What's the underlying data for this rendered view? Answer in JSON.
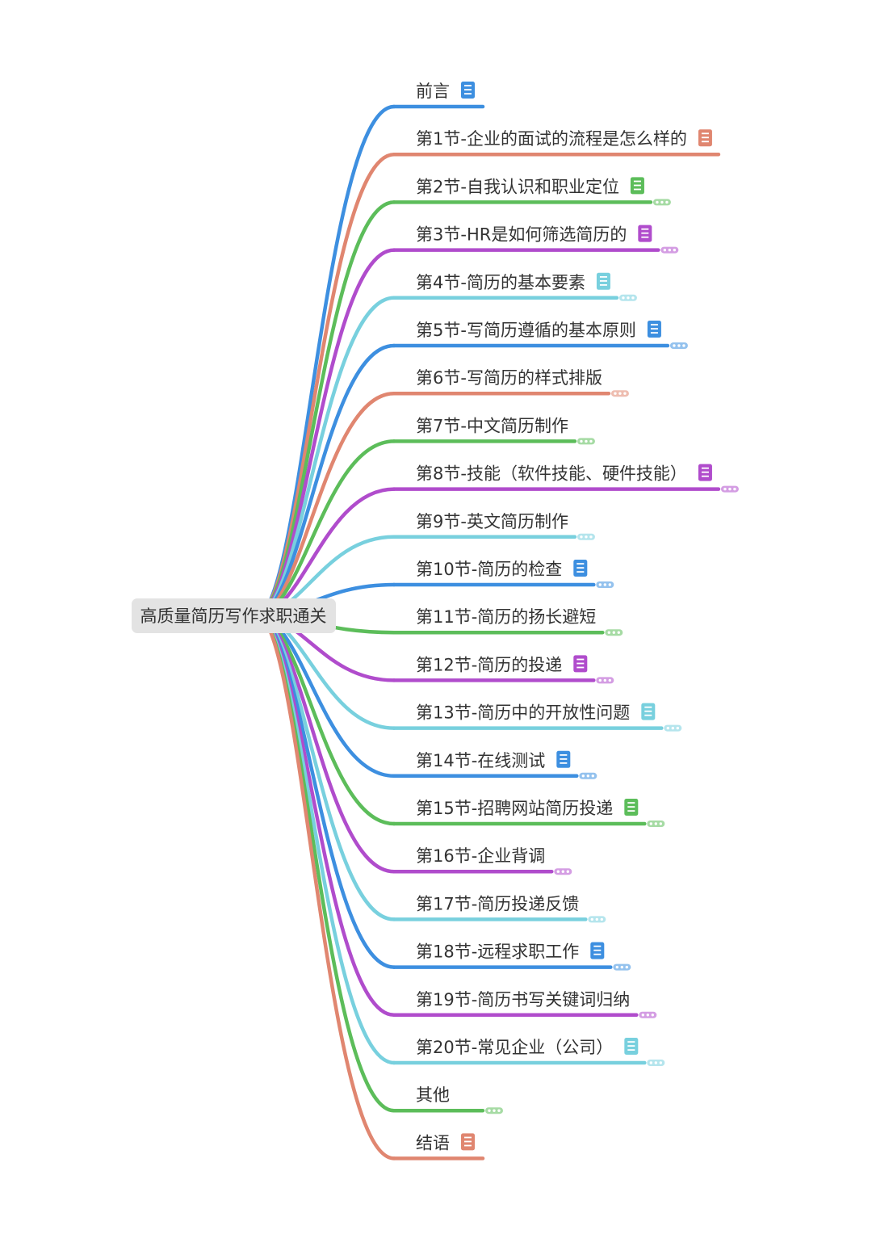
{
  "root": {
    "label": "高质量简历写作求职通关"
  },
  "colors": {
    "blue": "#3d8fe0",
    "orange": "#e08670",
    "green": "#5cbd5a",
    "purple": "#b04ccc",
    "cyan": "#78d0de",
    "text": "#333333",
    "root_bg": "#e3e3e3"
  },
  "branches": [
    {
      "label": "前言",
      "color": "blue",
      "note": true,
      "more": false
    },
    {
      "label": "第1节-企业的面试的流程是怎么样的",
      "color": "orange",
      "note": true,
      "more": false
    },
    {
      "label": "第2节-自我认识和职业定位",
      "color": "green",
      "note": true,
      "more": true
    },
    {
      "label": "第3节-HR是如何筛选简历的",
      "color": "purple",
      "note": true,
      "more": true
    },
    {
      "label": "第4节-简历的基本要素",
      "color": "cyan",
      "note": true,
      "more": true
    },
    {
      "label": "第5节-写简历遵循的基本原则",
      "color": "blue",
      "note": true,
      "more": true
    },
    {
      "label": "第6节-写简历的样式排版",
      "color": "orange",
      "note": false,
      "more": true
    },
    {
      "label": "第7节-中文简历制作",
      "color": "green",
      "note": false,
      "more": true
    },
    {
      "label": "第8节-技能（软件技能、硬件技能）",
      "color": "purple",
      "note": true,
      "more": true
    },
    {
      "label": "第9节-英文简历制作",
      "color": "cyan",
      "note": false,
      "more": true
    },
    {
      "label": "第10节-简历的检查",
      "color": "blue",
      "note": true,
      "more": true
    },
    {
      "label": "第11节-简历的扬长避短",
      "color": "green",
      "note": false,
      "more": true
    },
    {
      "label": "第12节-简历的投递",
      "color": "purple",
      "note": true,
      "more": true
    },
    {
      "label": "第13节-简历中的开放性问题",
      "color": "cyan",
      "note": true,
      "more": true
    },
    {
      "label": "第14节-在线测试",
      "color": "blue",
      "note": true,
      "more": true
    },
    {
      "label": "第15节-招聘网站简历投递",
      "color": "green",
      "note": true,
      "more": true
    },
    {
      "label": "第16节-企业背调",
      "color": "purple",
      "note": false,
      "more": true
    },
    {
      "label": "第17节-简历投递反馈",
      "color": "cyan",
      "note": false,
      "more": true
    },
    {
      "label": "第18节-远程求职工作",
      "color": "blue",
      "note": true,
      "more": true
    },
    {
      "label": "第19节-简历书写关键词归纳",
      "color": "purple",
      "note": false,
      "more": true
    },
    {
      "label": "第20节-常见企业（公司）",
      "color": "cyan",
      "note": true,
      "more": true
    },
    {
      "label": "其他",
      "color": "green",
      "note": false,
      "more": true
    },
    {
      "label": "结语",
      "color": "orange",
      "note": true,
      "more": false
    }
  ]
}
